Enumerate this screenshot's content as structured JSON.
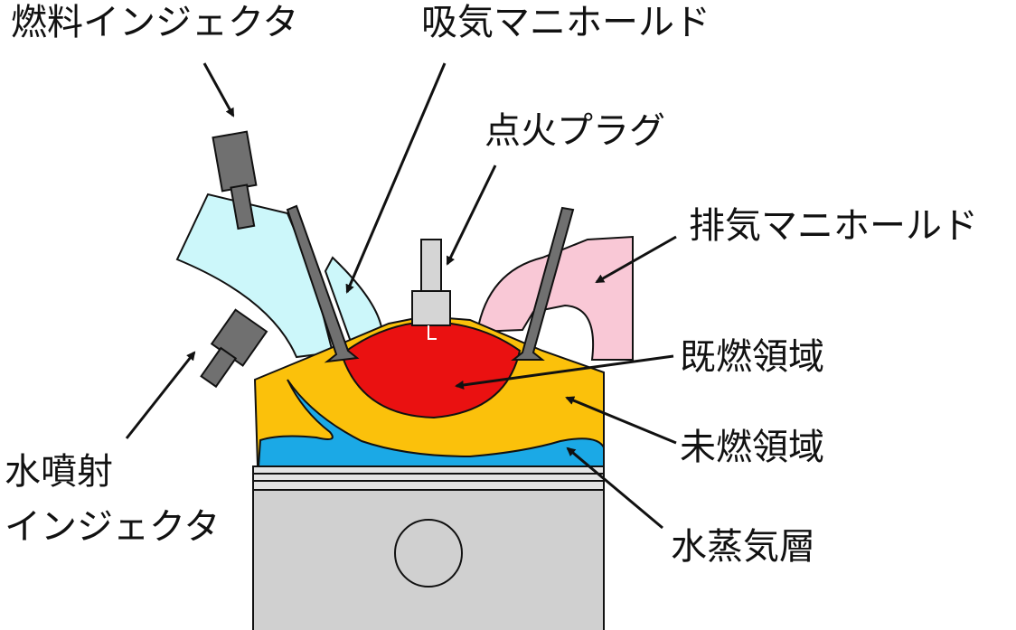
{
  "labels": {
    "fuel_injector": "燃料インジェクタ",
    "intake_manifold": "吸気マニホールド",
    "spark_plug": "点火プラグ",
    "exhaust_manifold": "排気マニホールド",
    "burned_region": "既燃領域",
    "unburned_region": "未燃領域",
    "water_injector_line1": "水噴射",
    "water_injector_line2": "インジェクタ",
    "steam_layer": "水蒸気層"
  },
  "colors": {
    "intake": "#ccf7fa",
    "exhaust": "#f9c8d6",
    "burned": "#ea1111",
    "unburned": "#fbc10b",
    "steam": "#1ba9e6",
    "metal": "#707070",
    "piston": "#d0d0d0",
    "plug": "#d5d5d5",
    "outline": "#111111"
  }
}
